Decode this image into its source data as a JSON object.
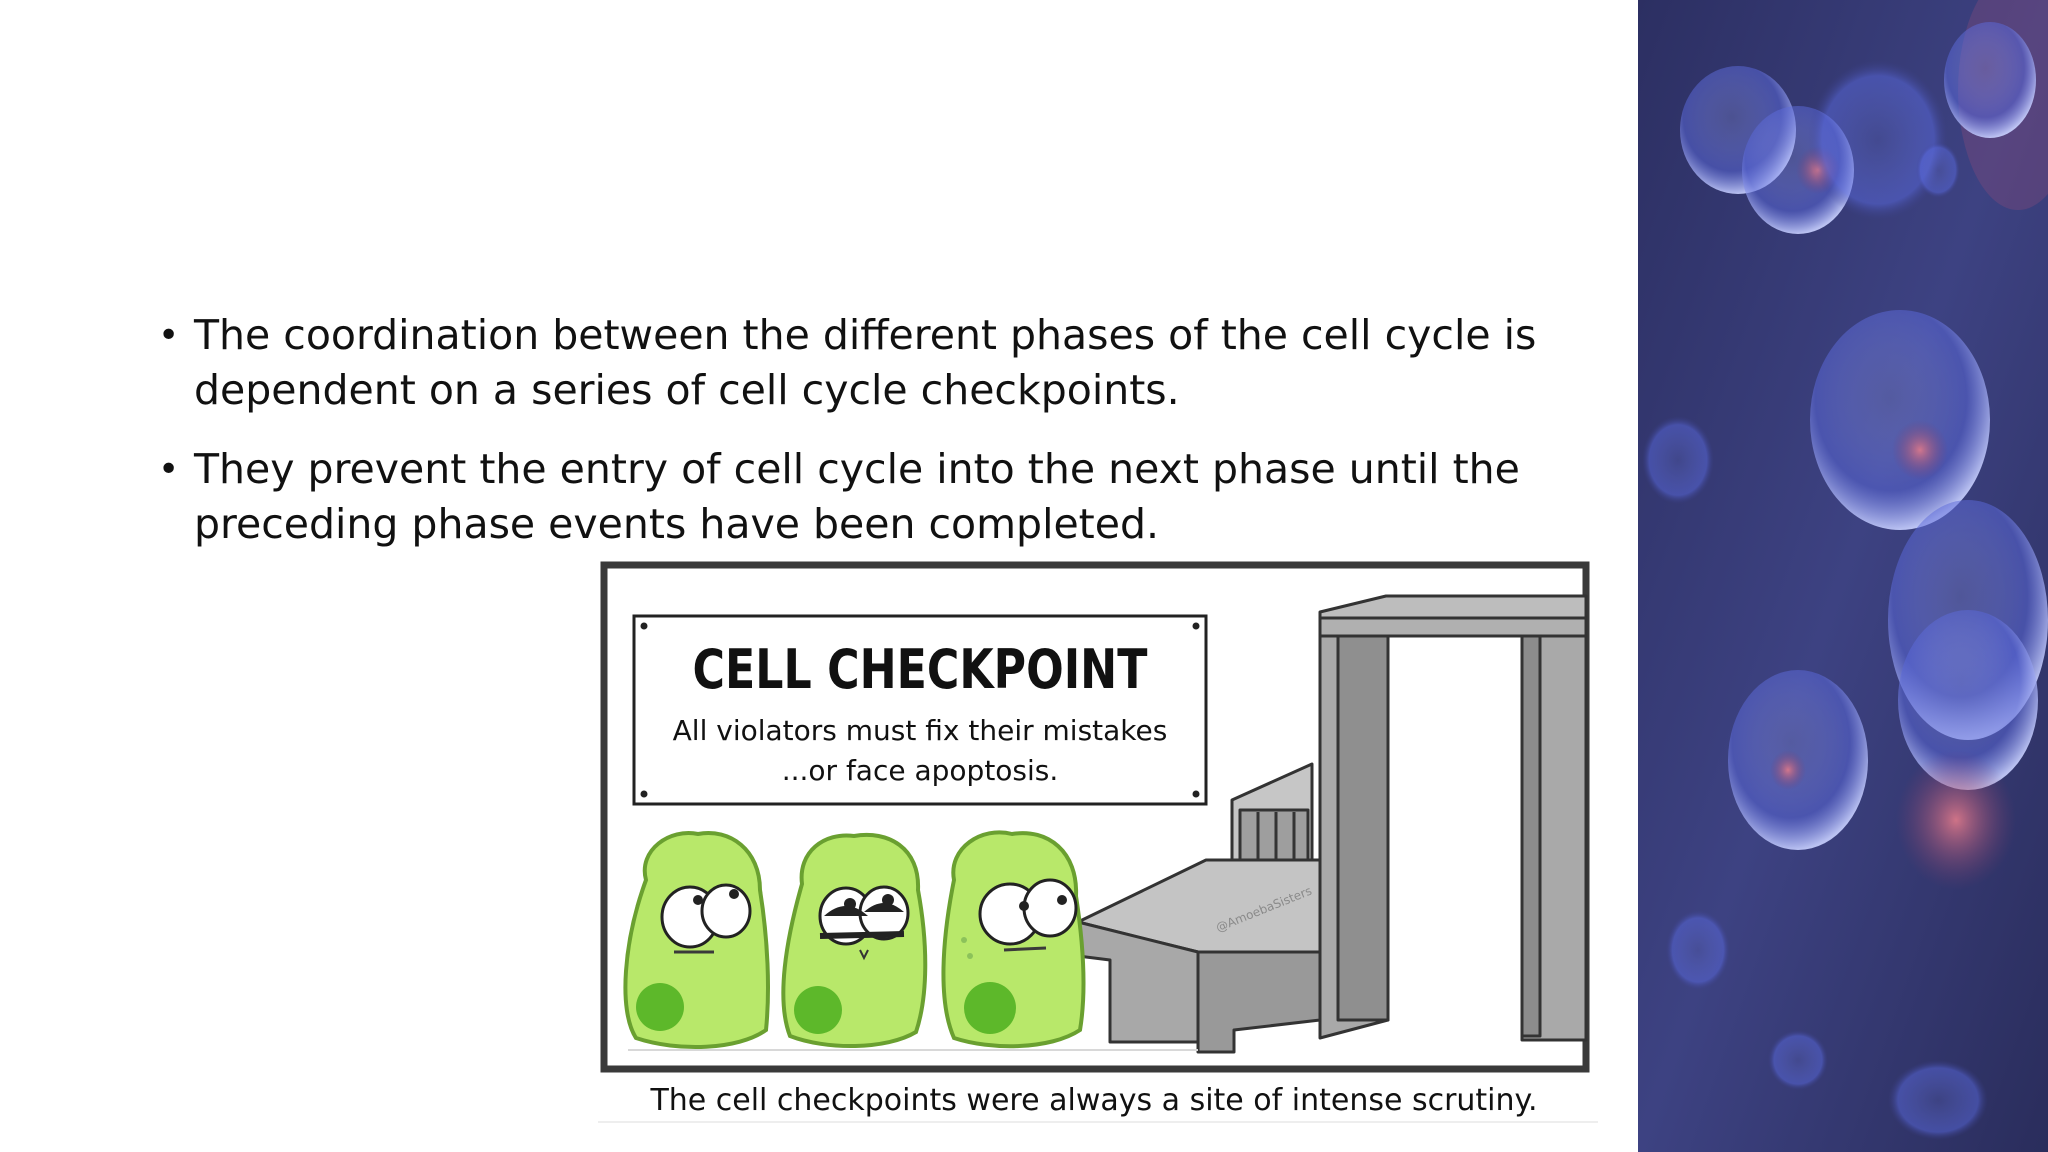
{
  "slide": {
    "bullets": [
      "The coordination between the different phases of the cell cycle is dependent on a series of cell cycle checkpoints.",
      "They prevent the entry of cell cycle into the next phase until the preceding phase events have been completed."
    ]
  },
  "comic": {
    "sign_title": "CELL CHECKPOINT",
    "sign_line1": "All violators must fix their mistakes",
    "sign_line2": "...or face apoptosis.",
    "watermark": "@AmoebaSisters",
    "caption": "The cell checkpoints were always a site of intense scrutiny."
  },
  "colors": {
    "text": "#111111",
    "cell_body": "#b8e86a",
    "cell_nucleus": "#5db82a",
    "machine_gray": "#a9a9a9",
    "side_bg": "#3b3f78"
  },
  "icons": {
    "bullet": "bullet-dot"
  }
}
